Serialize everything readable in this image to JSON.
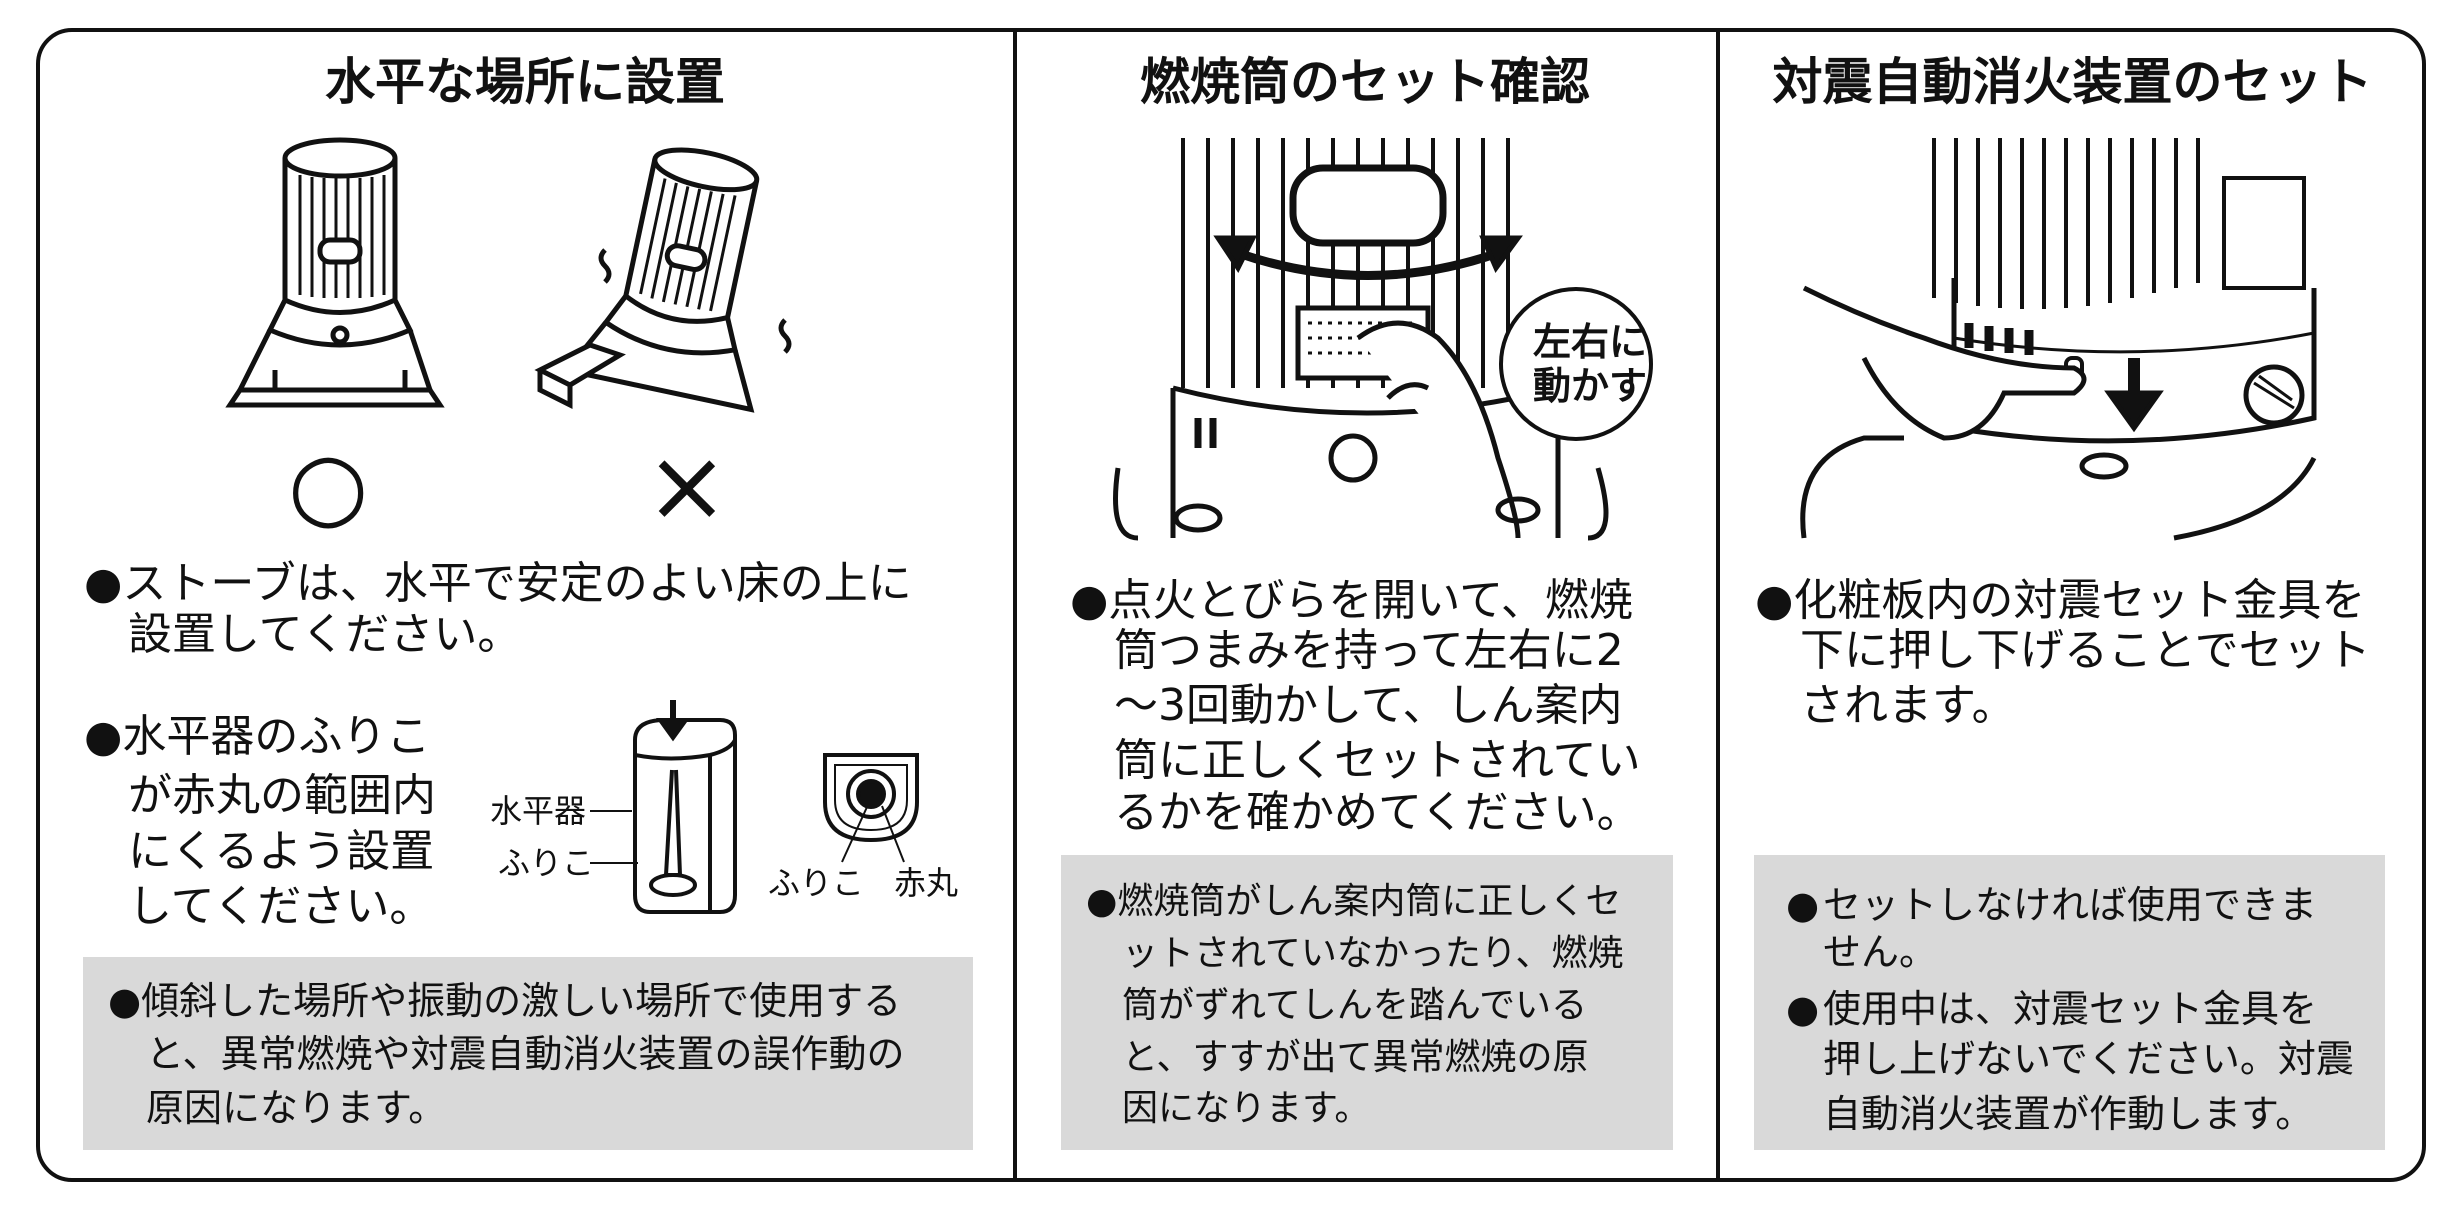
{
  "panels": [
    {
      "title": "水平な場所に設置",
      "ok_mark": "○",
      "ng_mark": "×",
      "bullet1": [
        "●ストーブは、水平で安定のよい床の上に",
        "設置してください。"
      ],
      "bullet2": [
        "●水平器のふりこ",
        "が赤丸の範囲内",
        "にくるよう設置",
        "してください。"
      ],
      "labels": {
        "level": "水平器",
        "pendulum": "ふりこ",
        "pendulum2": "ふりこ",
        "red_circle": "赤丸"
      },
      "note": [
        "●傾斜した場所や振動の激しい場所で使用する",
        "と、異常燃焼や対震自動消火装置の誤作動の",
        "原因になります。"
      ]
    },
    {
      "title": "燃焼筒のセット確認",
      "bubble": [
        "左右に",
        "動かす"
      ],
      "bullet1": [
        "●点火とびらを開いて、燃焼",
        "筒つまみを持って左右に2",
        "～3回動かして、しん案内",
        "筒に正しくセットされてい",
        "るかを確かめてください。"
      ],
      "note": [
        "●燃焼筒がしん案内筒に正しくセ",
        "ットされていなかったり、燃焼",
        "筒がずれてしんを踏んでいる",
        "と、すすが出て異常燃焼の原",
        "因になります。"
      ]
    },
    {
      "title": "対震自動消火装置のセット",
      "bullet1": [
        "●化粧板内の対震セット金具を",
        "下に押し下げることでセット",
        "されます。"
      ],
      "note": [
        {
          "bullet": "●",
          "lines": [
            "セットしなければ使用できま",
            "せん。"
          ]
        },
        {
          "bullet": "●",
          "lines": [
            "使用中は、対震セット金具を",
            "押し上げないでください。対震",
            "自動消火装置が作動します。"
          ]
        }
      ]
    }
  ],
  "colors": {
    "ink": "#111111",
    "note_bg": "#d9d9d9"
  }
}
